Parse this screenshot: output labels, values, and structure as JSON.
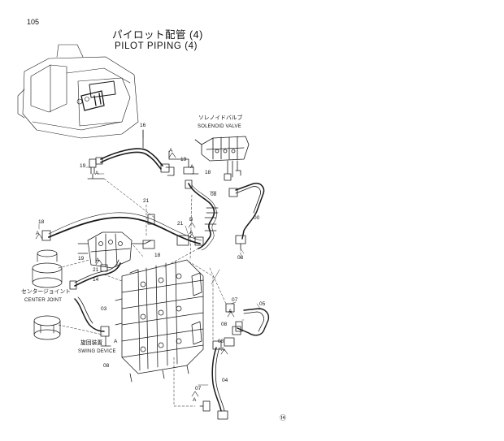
{
  "page_number": "105",
  "title_jp": "パイロット配管 (4)",
  "title_en": "PILOT PIPING (4)",
  "callouts": {
    "solenoid_valve_jp": "ソレノイドバルブ",
    "solenoid_valve_en": "SOLENOID VALVE",
    "center_joint_jp": "センタージョイント",
    "center_joint_en": "CENTER JOINT",
    "swing_device_jp": "旋回装置",
    "swing_device_en": "SWING DEVICE"
  },
  "part_numbers": {
    "p16": "16",
    "p19a": "19",
    "p19b": "19",
    "p19c": "19",
    "p18a": "18",
    "p18b": "18",
    "p18c": "18",
    "p08a": "08",
    "p08b": "08",
    "p08c": "08",
    "p08d": "08",
    "p08e": "08",
    "p00": "00",
    "p21a": "21",
    "p21b": "21",
    "p21c": "21",
    "p03": "03",
    "p14": "14",
    "p07a": "07",
    "p07b": "07",
    "p05": "05",
    "p04": "04"
  },
  "markers": {
    "a": "A",
    "b": "B"
  },
  "stamp": "⑭"
}
